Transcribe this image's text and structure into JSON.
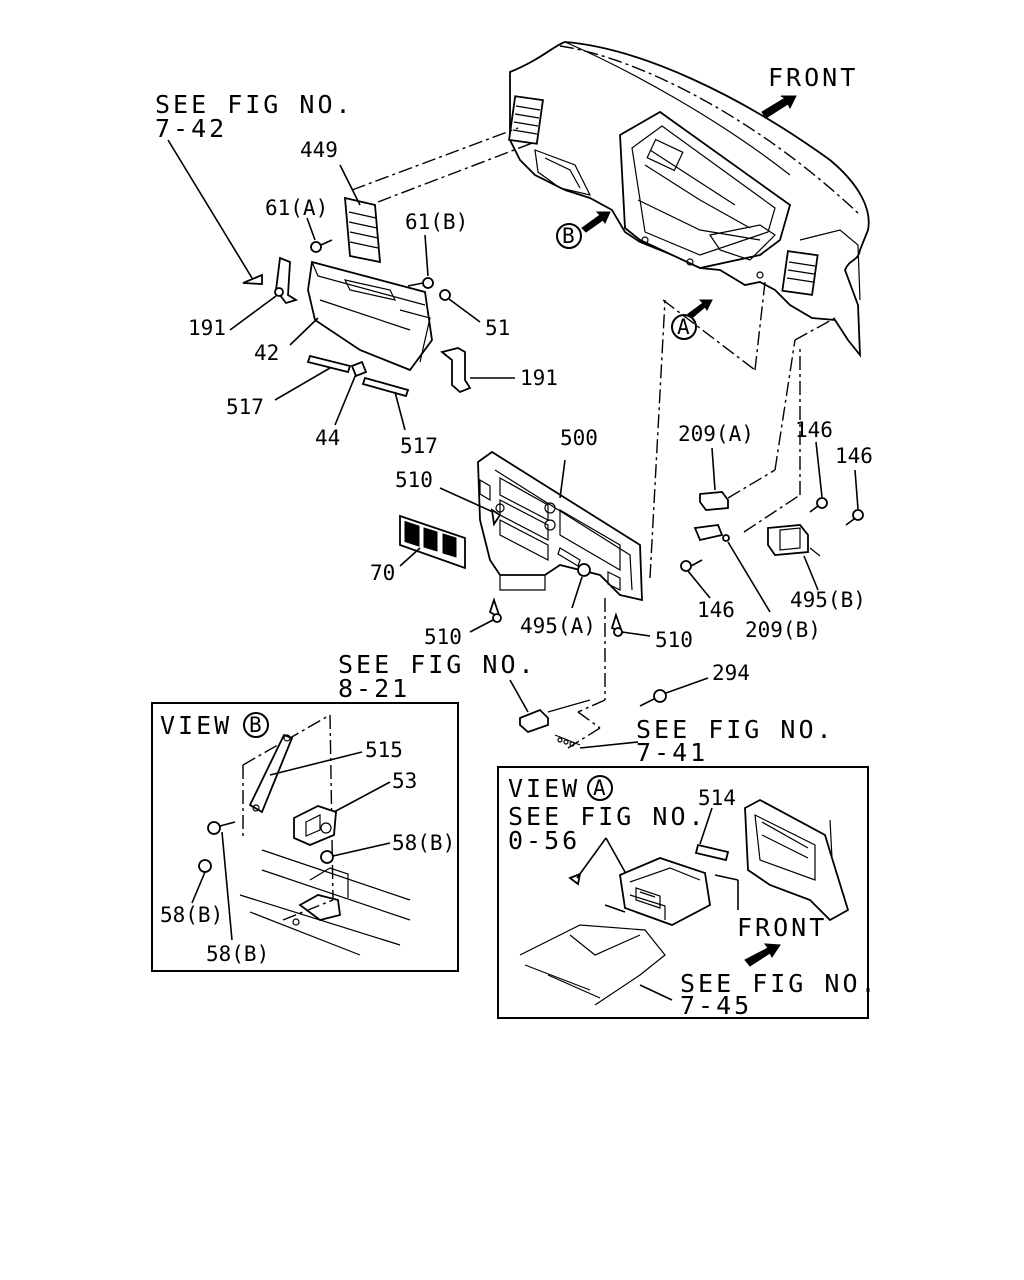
{
  "references": {
    "see_7_42": [
      "SEE FIG NO.",
      "7-42"
    ],
    "see_8_21": [
      "SEE FIG NO.",
      "8-21"
    ],
    "see_7_41": [
      "SEE FIG NO.",
      "7-41"
    ],
    "see_0_56": [
      "SEE FIG NO.",
      "0-56"
    ],
    "see_7_45": [
      "SEE FIG NO.",
      "7-45"
    ]
  },
  "direction": {
    "front_main": "FRONT",
    "front_view_a": "FRONT"
  },
  "markers": {
    "a": "A",
    "b": "B"
  },
  "views": {
    "view_b_label": "VIEW",
    "view_a_label": "VIEW"
  },
  "parts": {
    "p449": "449",
    "p61a": "61(A)",
    "p61b": "61(B)",
    "p191_left": "191",
    "p51": "51",
    "p42": "42",
    "p191_right": "191",
    "p517_left": "517",
    "p44": "44",
    "p517_right": "517",
    "p500": "500",
    "p510_top": "510",
    "p70": "70",
    "p510_bottom": "510",
    "p495a": "495(A)",
    "p510_right": "510",
    "p209a": "209(A)",
    "p146_a": "146",
    "p146_b": "146",
    "p146_c": "146",
    "p209b": "209(B)",
    "p495b": "495(B)",
    "p294": "294",
    "p515": "515",
    "p53": "53",
    "p58b_right": "58(B)",
    "p58b_left": "58(B)",
    "p58b_bottom": "58(B)",
    "p514": "514"
  }
}
